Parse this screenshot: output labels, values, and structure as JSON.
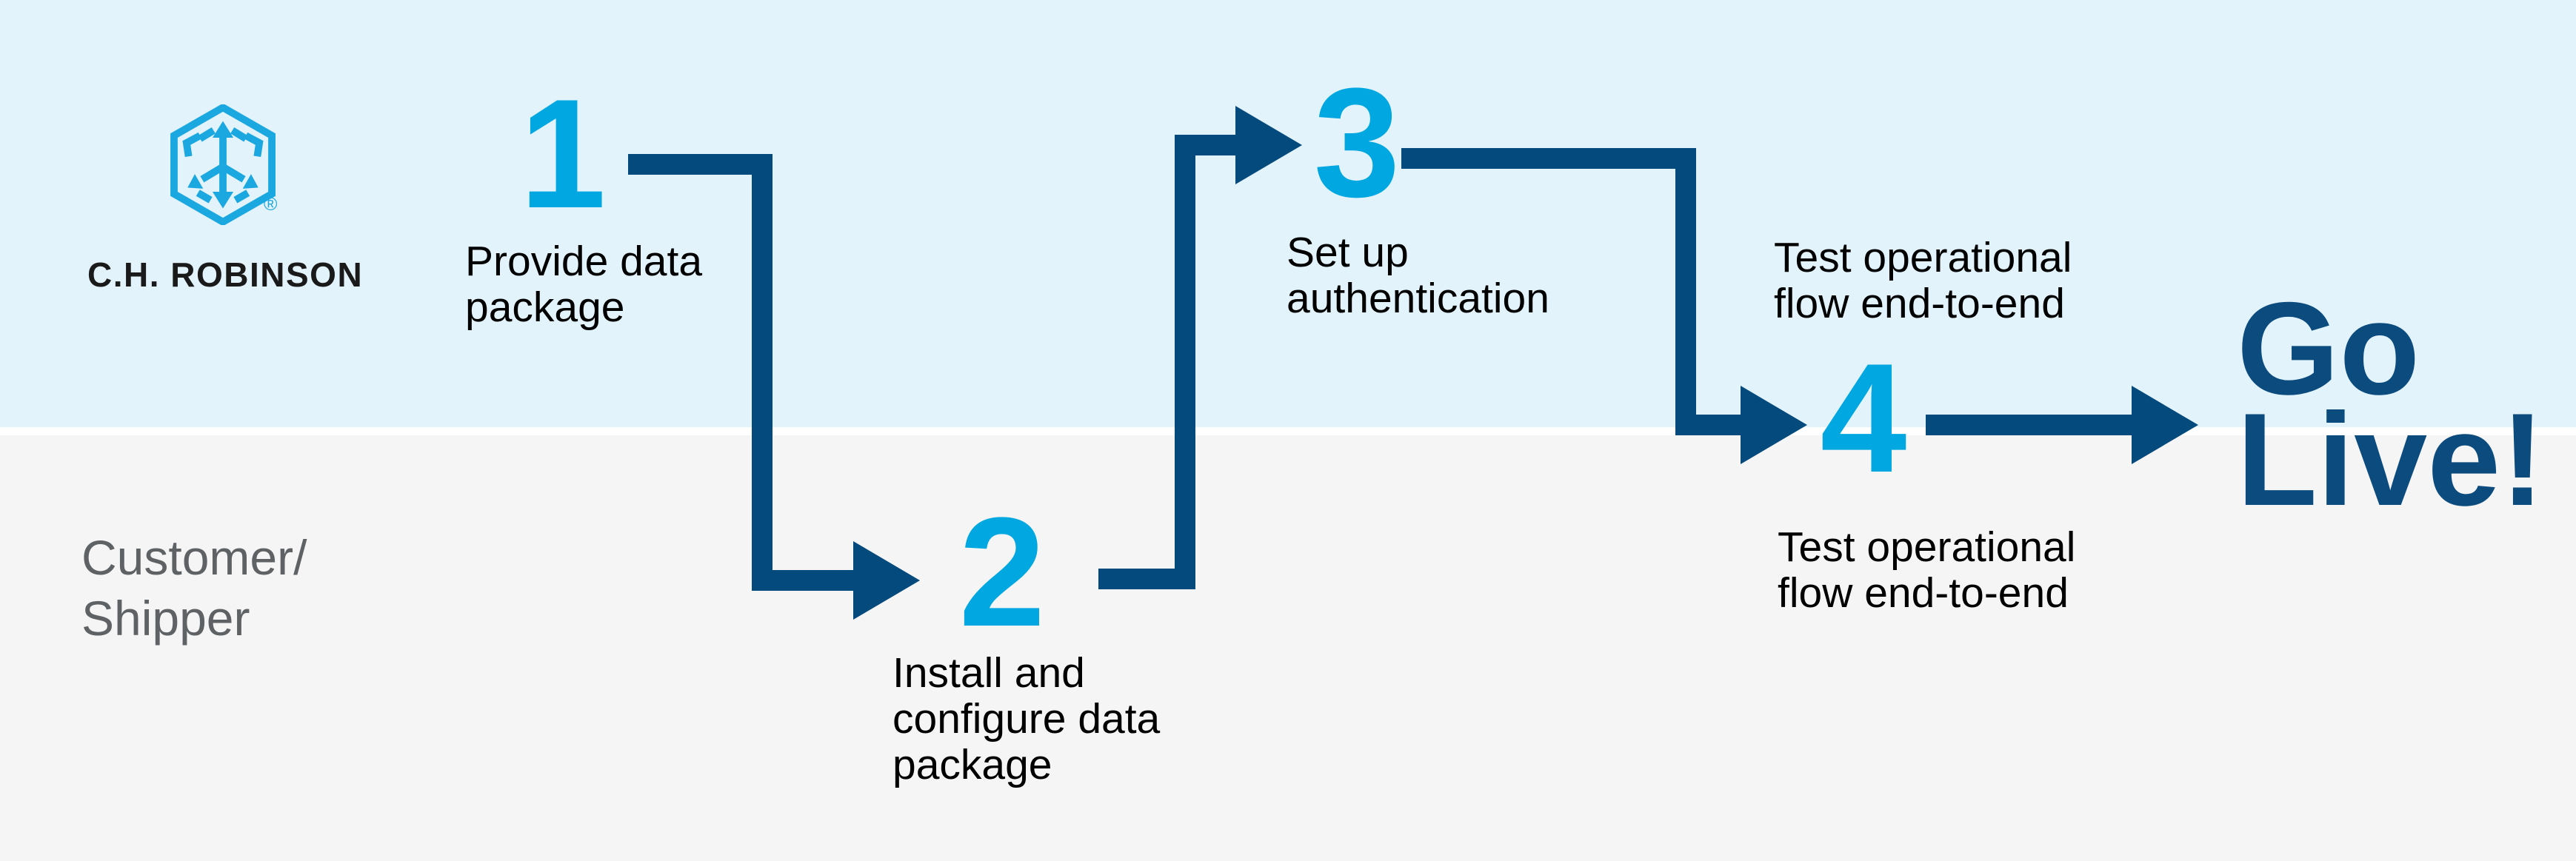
{
  "colors": {
    "accent_cyan": "#00A7E1",
    "logo_cyan": "#1BA8E1",
    "navy": "#054A7C",
    "go_live_navy": "#0B4B7D",
    "band_top_bg": "#E3F3FB",
    "band_bottom_bg": "#F5F5F6",
    "separator": "#FFFFFF",
    "label_text": "#000000",
    "lane_text": "#5F6264",
    "wordmark_text": "#1A1A1A"
  },
  "brand": {
    "wordmark": "C.H. ROBINSON",
    "registered_mark": "®"
  },
  "lane_label": {
    "line1": "Customer/",
    "line2": "Shipper"
  },
  "steps": [
    {
      "number": "1",
      "lines": [
        "Provide data",
        "package"
      ]
    },
    {
      "number": "2",
      "lines": [
        "Install and",
        "configure data",
        "package"
      ]
    },
    {
      "number": "3",
      "lines": [
        "Set up",
        "authentication"
      ]
    },
    {
      "number": "4",
      "lines": [
        "Test operational",
        "flow end-to-end"
      ],
      "lines_secondary": [
        "Test operational",
        "flow end-to-end"
      ]
    }
  ],
  "outcome": {
    "line1": "Go",
    "line2": "Live!"
  }
}
